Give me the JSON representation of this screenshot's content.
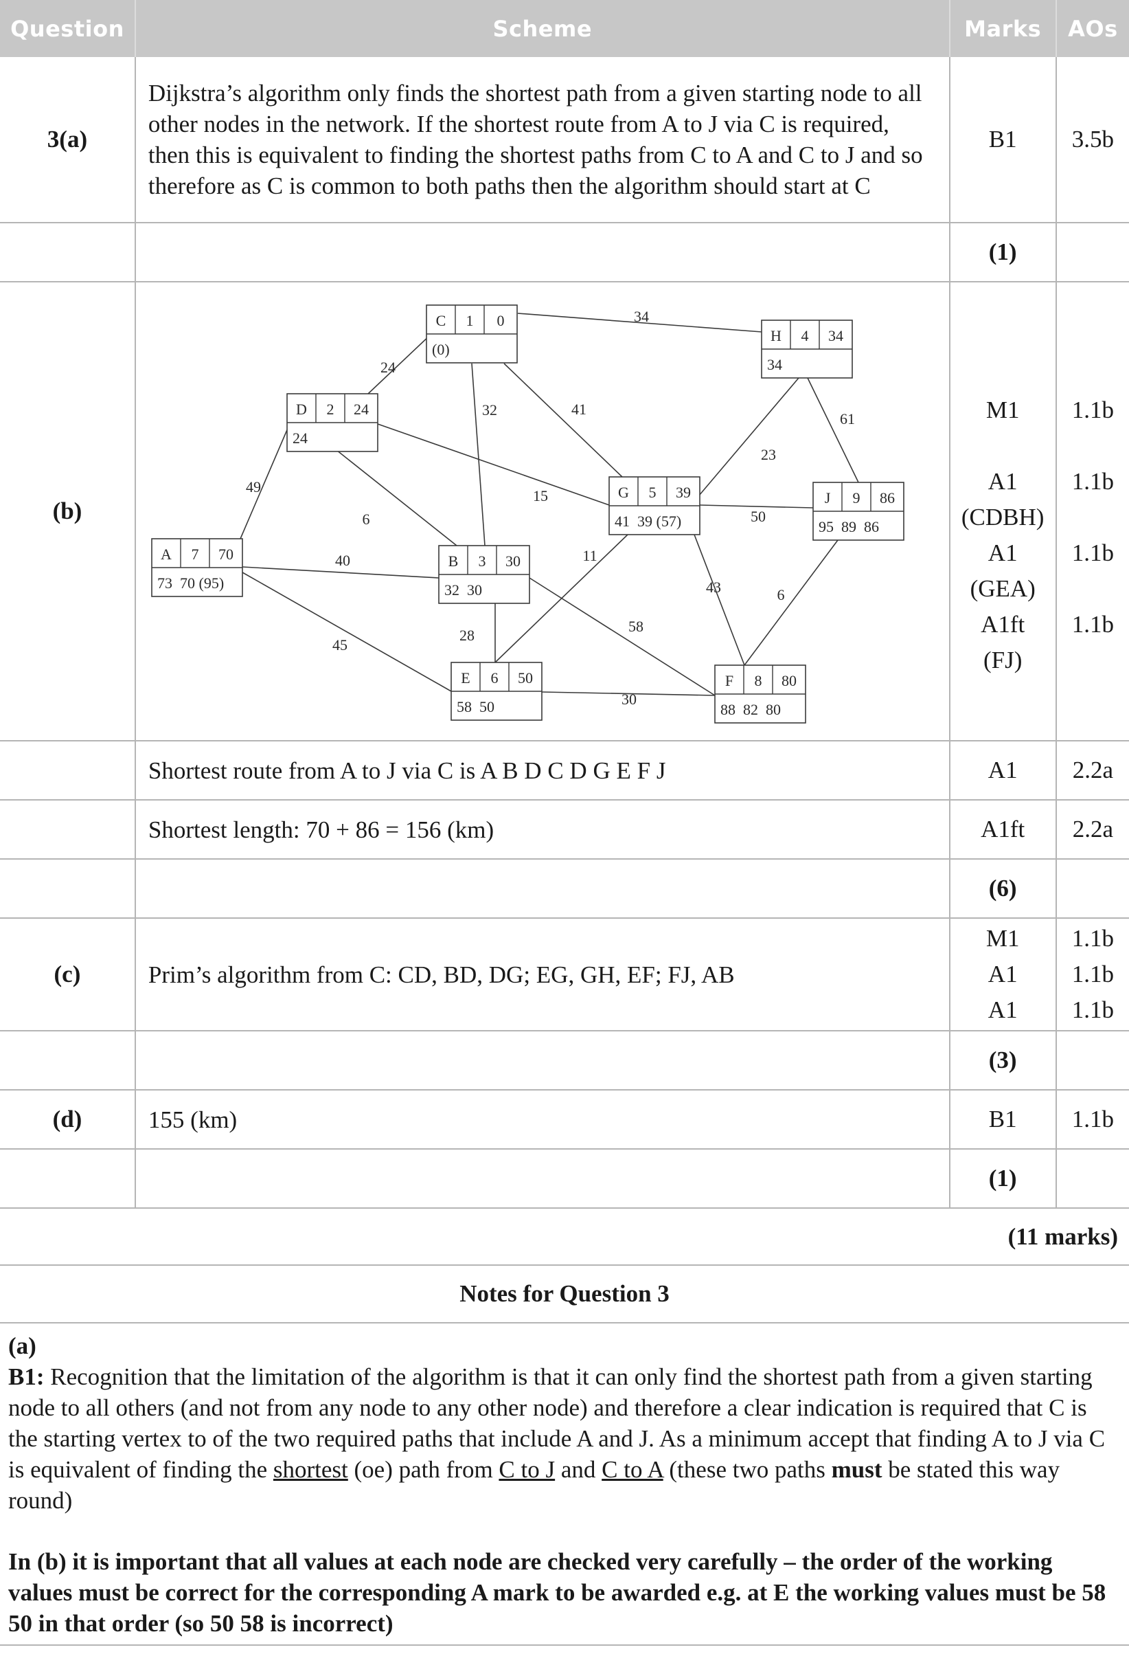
{
  "header": {
    "question": "Question",
    "scheme": "Scheme",
    "marks": "Marks",
    "aos": "AOs"
  },
  "part_a": {
    "question": "3(a)",
    "scheme": "Dijkstra’s algorithm only finds the shortest path from a given starting node to all other nodes in the network. If the shortest route from A to J via C is required, then this is equivalent to finding the shortest paths from C to A and C to J and so therefore as C is common to both paths then the algorithm should start at C",
    "mark": "B1",
    "ao": "3.5b",
    "total": "(1)"
  },
  "part_b": {
    "question": "(b)",
    "marks": [
      "M1",
      "A1",
      "(CDBH)",
      "A1",
      "(GEA)",
      "A1ft",
      "(FJ)"
    ],
    "aos": [
      "1.1b",
      "1.1b",
      "1.1b",
      "1.1b"
    ],
    "route_text": "Shortest route from A to J via C is A B D C D G E F J",
    "route_mark": "A1",
    "route_ao": "2.2a",
    "length_text": "Shortest length: 70 + 86 = 156 (km)",
    "length_mark": "A1ft",
    "length_ao": "2.2a",
    "total": "(6)"
  },
  "network": {
    "nodes": [
      {
        "id": "C",
        "order": "1",
        "final": "0",
        "working": "(0)"
      },
      {
        "id": "H",
        "order": "4",
        "final": "34",
        "working": "34"
      },
      {
        "id": "D",
        "order": "2",
        "final": "24",
        "working": "24"
      },
      {
        "id": "G",
        "order": "5",
        "final": "39",
        "working": "41  39 (57)"
      },
      {
        "id": "J",
        "order": "9",
        "final": "86",
        "working": "95  89  86"
      },
      {
        "id": "A",
        "order": "7",
        "final": "70",
        "working": "73  70 (95)"
      },
      {
        "id": "B",
        "order": "3",
        "final": "30",
        "working": "32  30"
      },
      {
        "id": "E",
        "order": "6",
        "final": "50",
        "working": "58  50"
      },
      {
        "id": "F",
        "order": "8",
        "final": "80",
        "working": "88  82  80"
      }
    ],
    "edges": [
      {
        "from": "C",
        "to": "H",
        "weight": "34"
      },
      {
        "from": "D",
        "to": "C",
        "weight": "24"
      },
      {
        "from": "C",
        "to": "B",
        "weight": "32"
      },
      {
        "from": "C",
        "to": "G",
        "weight": "41"
      },
      {
        "from": "H",
        "to": "G",
        "weight": "23"
      },
      {
        "from": "H",
        "to": "J",
        "weight": "61"
      },
      {
        "from": "A",
        "to": "D",
        "weight": "49"
      },
      {
        "from": "D",
        "to": "B",
        "weight": "6"
      },
      {
        "from": "D",
        "to": "G",
        "weight": "15"
      },
      {
        "from": "G",
        "to": "J",
        "weight": "50"
      },
      {
        "from": "A",
        "to": "B",
        "weight": "40"
      },
      {
        "from": "G",
        "to": "E",
        "weight": "11"
      },
      {
        "from": "G",
        "to": "F",
        "weight": "43"
      },
      {
        "from": "J",
        "to": "F",
        "weight": "6"
      },
      {
        "from": "A",
        "to": "E",
        "weight": "45"
      },
      {
        "from": "B",
        "to": "E",
        "weight": "28"
      },
      {
        "from": "B",
        "to": "F",
        "weight": "58"
      },
      {
        "from": "E",
        "to": "F",
        "weight": "30"
      }
    ]
  },
  "part_c": {
    "question": "(c)",
    "scheme": "Prim’s algorithm from C: CD, BD, DG; EG, GH, EF; FJ, AB",
    "marks": [
      "M1",
      "A1",
      "A1"
    ],
    "aos": [
      "1.1b",
      "1.1b",
      "1.1b"
    ],
    "total": "(3)"
  },
  "part_d": {
    "question": "(d)",
    "scheme": "155 (km)",
    "mark": "B1",
    "ao": "1.1b",
    "total": "(1)"
  },
  "overall_total": "(11 marks)",
  "notes": {
    "title": "Notes for Question 3",
    "a_heading": "(a)",
    "b1_label": "B1:",
    "b1_text_1": " Recognition that the limitation of the algorithm is that it can only find the shortest path from a given starting node to all others (and not from any node to any other node) and therefore a clear indication is required that C is the starting vertex to of the two required paths that include A and J. As a minimum accept that finding A to J via C is equivalent of finding the ",
    "b1_shortest": "shortest",
    "b1_text_2": " (oe) path from ",
    "b1_c_to_j": "C to J",
    "b1_and": " and ",
    "b1_c_to_a": "C to A",
    "b1_text_3": " (these two paths ",
    "b1_must": "must",
    "b1_text_4": " be stated this way round)",
    "b_note": "In (b) it is important that all values at each node are checked very carefully – the order of the working values must be correct for the corresponding A mark to be awarded e.g. at E the working values must be 58 50 in that order (so 50 58 is incorrect)"
  }
}
